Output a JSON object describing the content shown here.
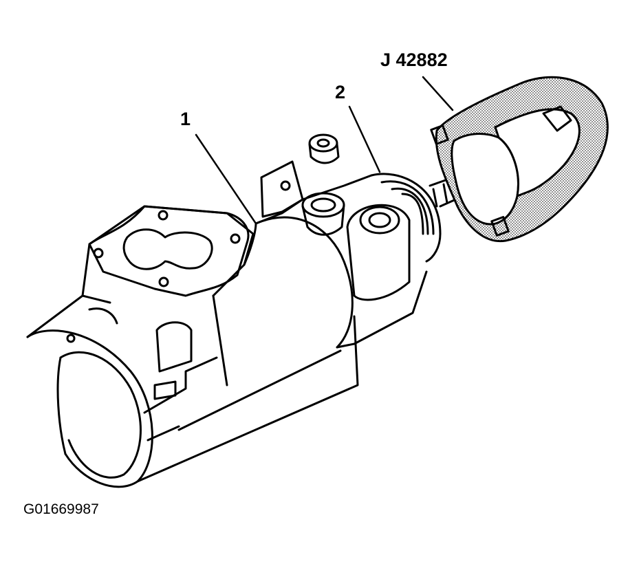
{
  "callouts": {
    "tool": "J 42882",
    "part_1": "1",
    "part_2": "2"
  },
  "figure_id": "G01669987",
  "colors": {
    "ink": "#000000",
    "paper": "#ffffff",
    "stipple": "#9a9a9a"
  }
}
